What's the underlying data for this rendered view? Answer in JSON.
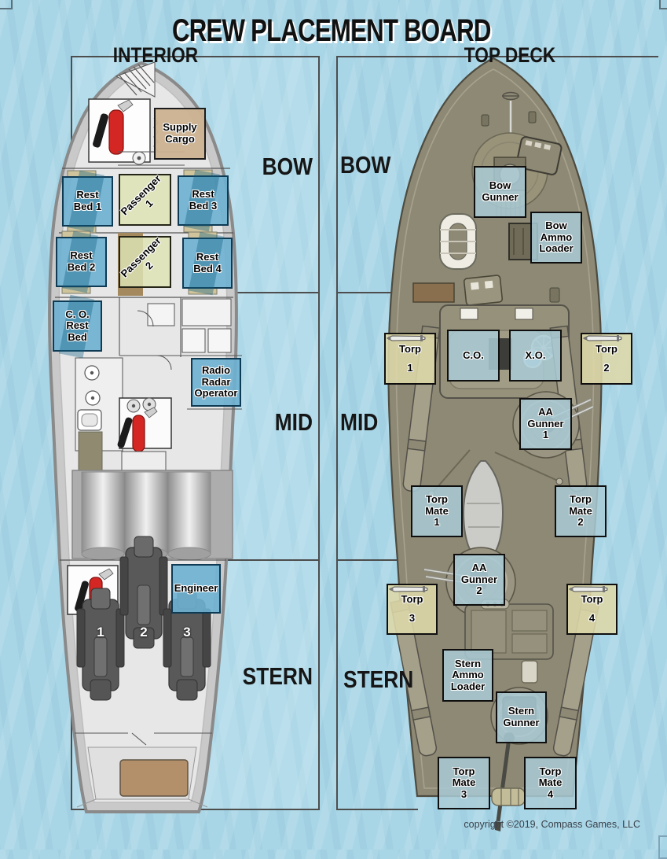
{
  "title": "CREW PLACEMENT BOARD",
  "panels": {
    "interior": {
      "title": "INTERIOR",
      "bow": "BOW",
      "mid": "MID",
      "stern": "STERN"
    },
    "top_deck": {
      "title": "TOP DECK",
      "bow": "BOW",
      "mid": "MID",
      "stern": "STERN"
    }
  },
  "interior_boxes": {
    "supply_cargo": "Supply\nCargo",
    "rest_bed_1": "Rest\nBed 1",
    "passenger_1": "Passenger\n1",
    "rest_bed_3": "Rest\nBed 3",
    "rest_bed_2": "Rest\nBed 2",
    "passenger_2": "Passenger\n2",
    "rest_bed_4": "Rest\nBed 4",
    "co_rest_bed": "C. O.\nRest\nBed",
    "radio_radar_operator": "Radio\nRadar\nOperator",
    "engineer": "Engineer",
    "engine_numbers": [
      "1",
      "2",
      "3"
    ]
  },
  "deck_boxes": {
    "bow_gunner": "Bow\nGunner",
    "bow_ammo_loader": "Bow\nAmmo\nLoader",
    "co": "C.O.",
    "xo": "X.O.",
    "aa_gunner_1": "AA\nGunner\n1",
    "torp_mate_1": "Torp\nMate\n1",
    "torp_mate_2": "Torp\nMate\n2",
    "aa_gunner_2": "AA\nGunner\n2",
    "stern_ammo_loader": "Stern\nAmmo\nLoader",
    "stern_gunner": "Stern\nGunner",
    "torp_mate_3": "Torp\nMate\n3",
    "torp_mate_4": "Torp\nMate\n4",
    "torp_tubes": [
      {
        "label": "Torp",
        "number": "1"
      },
      {
        "label": "Torp",
        "number": "2"
      },
      {
        "label": "Torp",
        "number": "3"
      },
      {
        "label": "Torp",
        "number": "4"
      }
    ]
  },
  "footer": {
    "copyright": "copyright ©2019, Compass Games, LLC"
  },
  "colors": {
    "water": "#a9d6e7",
    "interior_hull": "#e2e2e2",
    "deck_hull": "#8e8974",
    "crew_box_blue": "#6db0d2",
    "deck_box_blue": "#a9cbd6",
    "torp_box_khaki": "#ded8a8",
    "passenger_green": "#dae0b2",
    "cargo_tan": "#cbb291",
    "extinguisher_red": "#d42723"
  }
}
